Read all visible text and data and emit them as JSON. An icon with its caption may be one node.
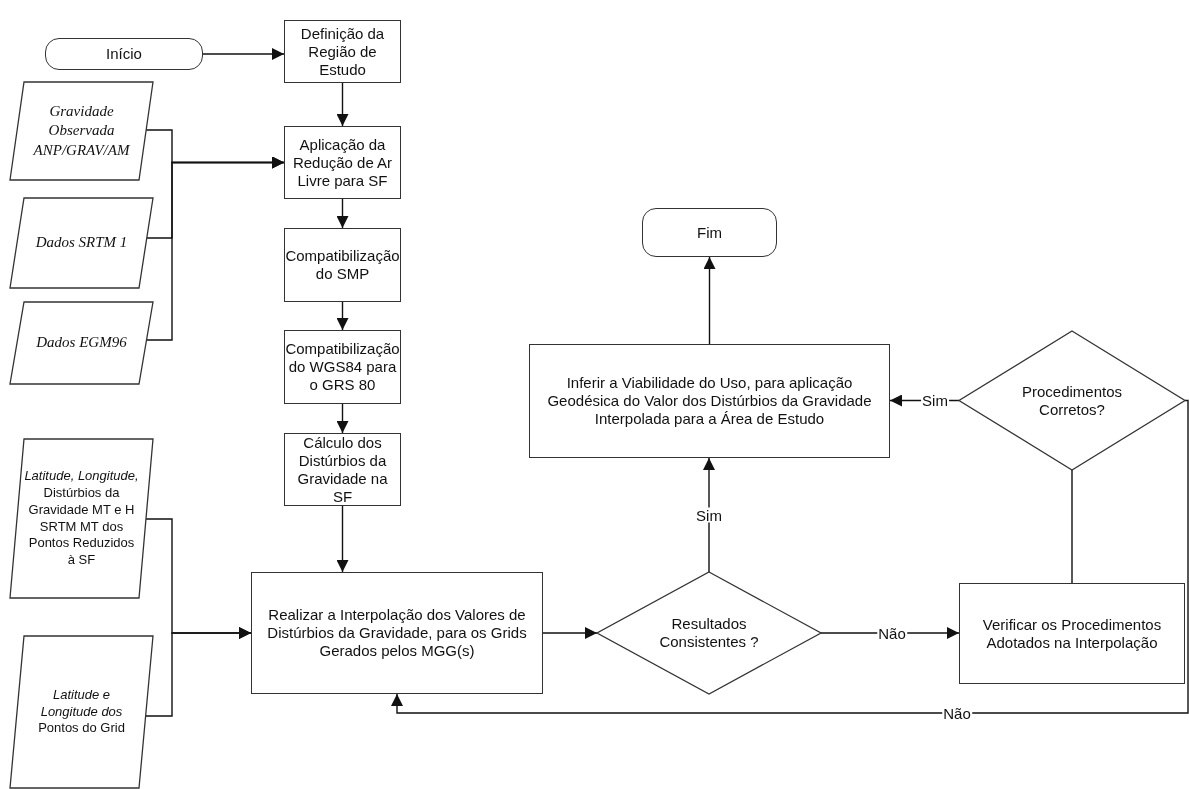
{
  "diagram": {
    "nodes": [
      {
        "text": [
          "Início"
        ]
      },
      {
        "text": [
          "Definição da Região de Estudo"
        ]
      },
      {
        "text": [
          "Aplicação da Redução de Ar Livre para SF"
        ]
      },
      {
        "text": [
          "Compatibilização do SMP"
        ]
      },
      {
        "text": [
          "Compatibilização do WGS84 para o GRS 80"
        ]
      },
      {
        "text": [
          "Cálculo dos Distúrbios da Gravidade na SF"
        ]
      },
      {
        "text": [
          "Realizar a Interpolação dos Valores de Distúrbios da Gravidade, para os Grids Gerados pelos MGG(s)"
        ]
      },
      {
        "text": [
          "Resultados Consistentes ?"
        ]
      },
      {
        "text": [
          "Verificar os Procedimentos Adotados na Interpolação"
        ]
      },
      {
        "text": [
          "Procedimentos Corretos?"
        ]
      },
      {
        "text": [
          "Inferir a Viabilidade do Uso, para aplicação Geodésica do Valor dos Distúrbios da Gravidade Interpolada para a Área de Estudo"
        ]
      },
      {
        "text": [
          "Fim"
        ]
      },
      {
        "text": [
          "Gravidade Observada ANP/GRAV/AM"
        ]
      },
      {
        "text": [
          "Dados SRTM 1"
        ]
      },
      {
        "text": [
          "Dados EGM96"
        ]
      },
      {
        "text": [
          "*Latitude, Longitude,* Distúrbios da Gravidade MT e H SRTM MT dos Pontos Reduzidos à SF"
        ]
      },
      {
        "text": [
          "*Latitude e Longitude dos* Pontos do Grid"
        ]
      }
    ],
    "edges": [
      {
        "from": 0,
        "to": 1,
        "arrow": "to"
      },
      {
        "from": 1,
        "to": 2,
        "arrow": "to"
      },
      {
        "from": 12,
        "to": 2,
        "arrow": "to"
      },
      {
        "from": 13,
        "to": 2,
        "arrow": "to"
      },
      {
        "from": 14,
        "to": 2,
        "arrow": "to"
      },
      {
        "from": 2,
        "to": 3,
        "arrow": "to"
      },
      {
        "from": 3,
        "to": 4,
        "arrow": "to"
      },
      {
        "from": 4,
        "to": 5,
        "arrow": "to"
      },
      {
        "from": 5,
        "to": 6,
        "arrow": "to"
      },
      {
        "from": 15,
        "to": 6,
        "arrow": "to"
      },
      {
        "from": 16,
        "to": 6,
        "arrow": "to"
      },
      {
        "from": 6,
        "to": 7,
        "arrow": "to"
      },
      {
        "from": 7,
        "to": 10,
        "arrow": "to",
        "label": "Sim"
      },
      {
        "from": 7,
        "to": 8,
        "arrow": "to",
        "label": "Não"
      },
      {
        "from": 8,
        "to": 9,
        "arrow": "to"
      },
      {
        "from": 9,
        "to": 10,
        "arrow": "to",
        "label": "Sim"
      },
      {
        "from": 10,
        "to": 11,
        "arrow": "to"
      },
      {
        "from": 9,
        "to": 6,
        "arrow": "to",
        "label": "Não"
      }
    ]
  }
}
